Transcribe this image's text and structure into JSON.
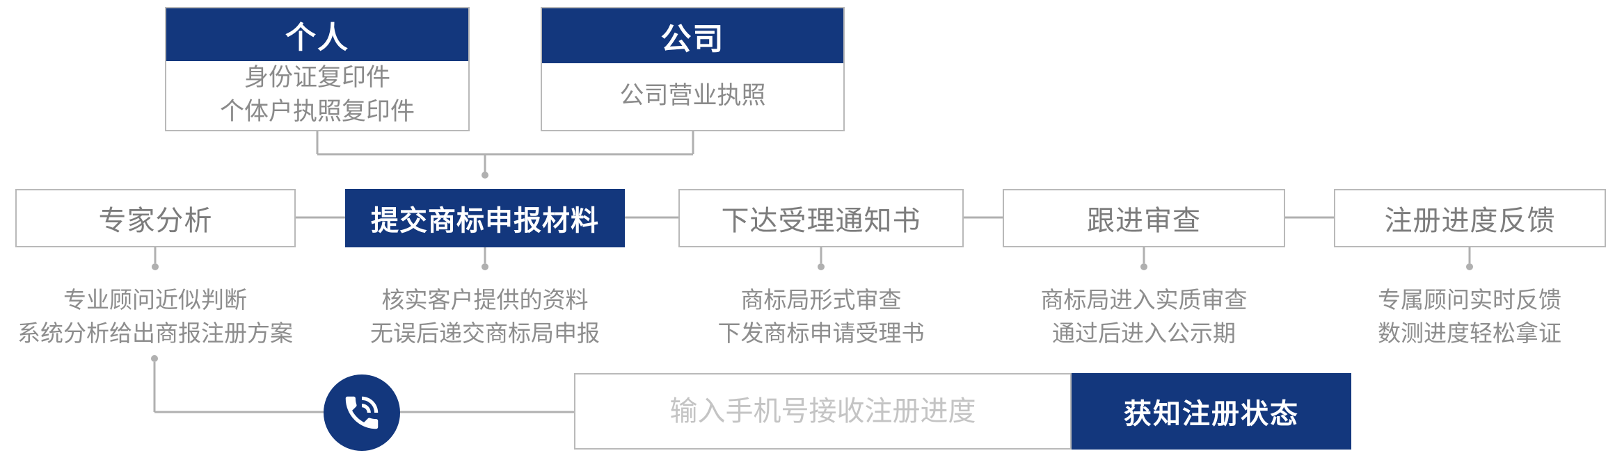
{
  "colors": {
    "navy": "#13377D",
    "box_border_gray": "#b9b9b9",
    "wire_gray": "#b0b0b0",
    "step_text_gray": "#7c7c7c",
    "desc_text_gray": "#8d8d8d",
    "placeholder_gray": "#c4c4c4"
  },
  "materials": {
    "personal": {
      "title": "个人",
      "lines": {
        "0": "身份证复印件",
        "1": "个体户执照复印件"
      }
    },
    "company": {
      "title": "公司",
      "lines": {
        "0": "公司营业执照"
      }
    }
  },
  "steps": [
    {
      "label": "专家分析",
      "desc": [
        "专业顾问近似判断",
        "系统分析给出商报注册方案"
      ]
    },
    {
      "label": "提交商标申报材料",
      "desc": [
        "核实客户提供的资料",
        "无误后递交商标局申报"
      ]
    },
    {
      "label": "下达受理通知书",
      "desc": [
        "商标局形式审查",
        "下发商标申请受理书"
      ]
    },
    {
      "label": "跟进审查",
      "desc": [
        "商标局进入实质审查",
        "通过后进入公示期"
      ]
    },
    {
      "label": "注册进度反馈",
      "desc": [
        "专属顾问实时反馈",
        "数测进度轻松拿证"
      ]
    }
  ],
  "subscribe": {
    "phone_icon": "phone-volume-icon",
    "input_placeholder": "输入手机号接收注册进度",
    "button_label": "获知注册状态"
  }
}
